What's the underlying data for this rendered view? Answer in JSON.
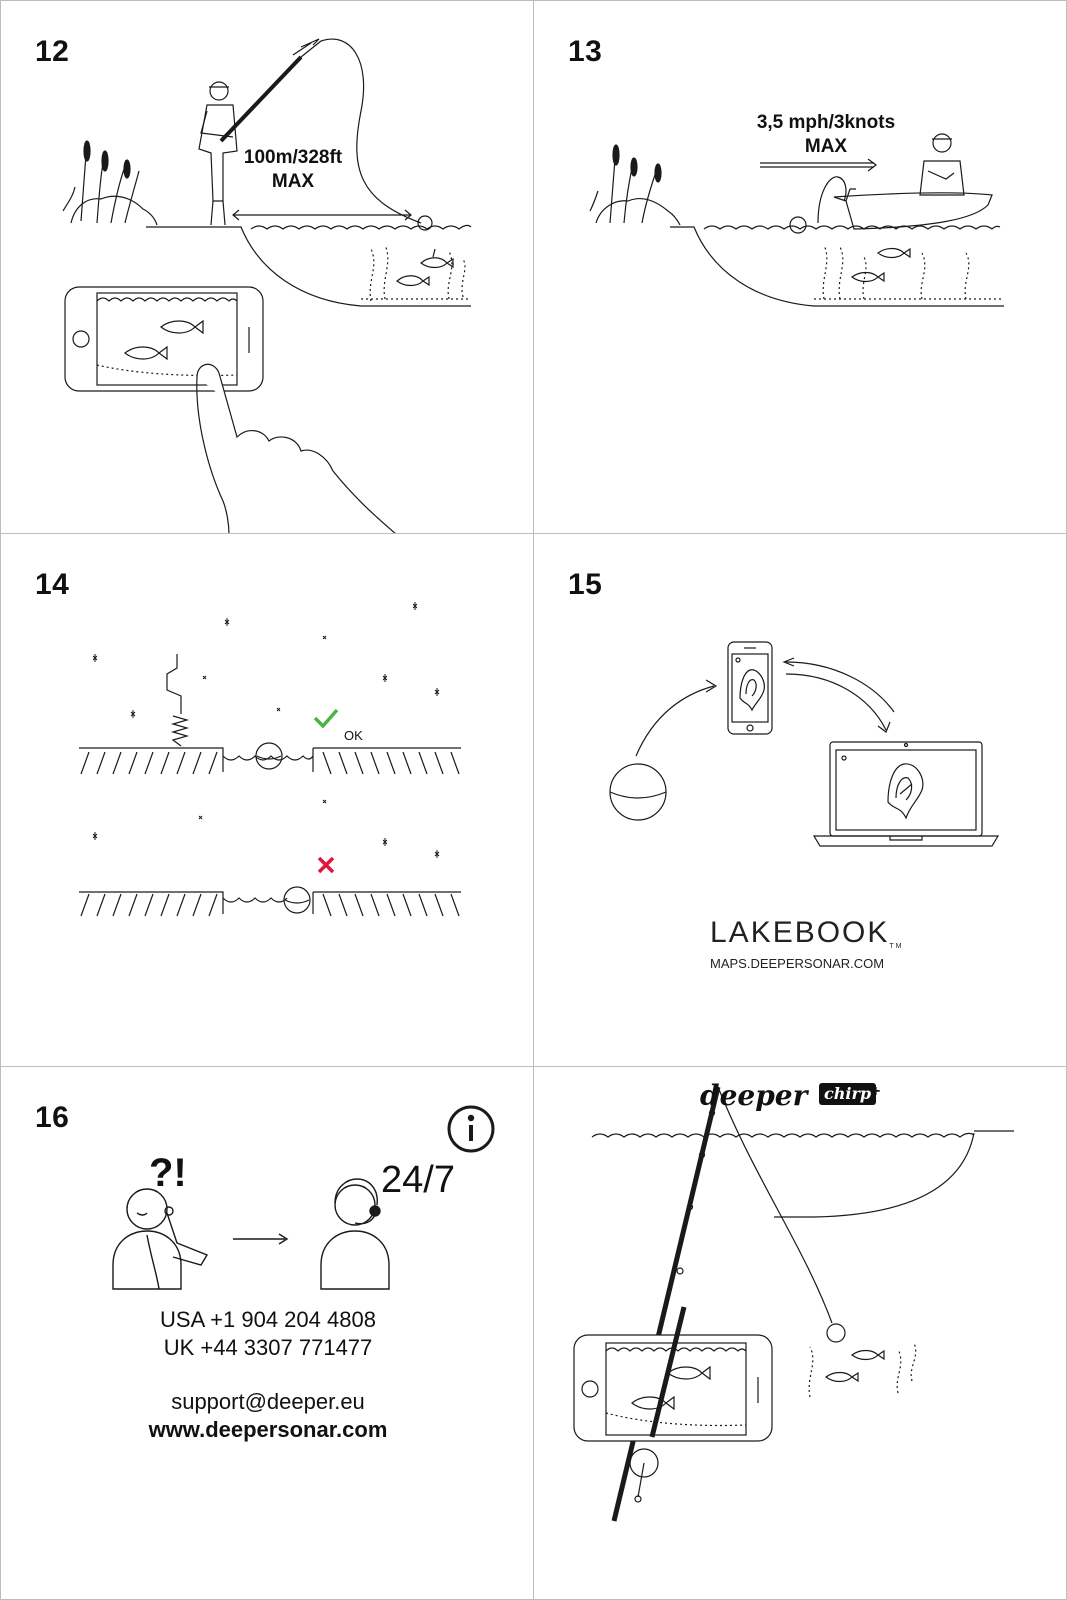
{
  "panels": {
    "p12": {
      "step": "12",
      "distance_label": "100m/328ft",
      "max_label": "MAX"
    },
    "p13": {
      "step": "13",
      "speed_label": "3,5 mph/3knots",
      "max_label": "MAX"
    },
    "p14": {
      "step": "14",
      "ok_label": "OK"
    },
    "p15": {
      "step": "15",
      "lakebook_logo": "LAKEBOOK",
      "trademark": "TM",
      "maps_url": "MAPS.DEEPERSONAR.COM"
    },
    "p16": {
      "step": "16",
      "question_marks": "?!",
      "hours": "24/7",
      "phone_usa": "USA +1 904 204 4808",
      "phone_uk": "UK +44 3307 771477",
      "email": "support@deeper.eu",
      "website": "www.deepersonar.com"
    },
    "p17": {
      "brand": "deeper",
      "model": "chirp",
      "plus": "+"
    }
  },
  "colors": {
    "ok_check": "#4bb543",
    "error_cross": "#e0143c",
    "line": "#1a1a1a",
    "border": "#bdbdbd"
  },
  "icons": [
    "info-icon",
    "check-icon",
    "cross-icon",
    "arrow-right-icon"
  ]
}
